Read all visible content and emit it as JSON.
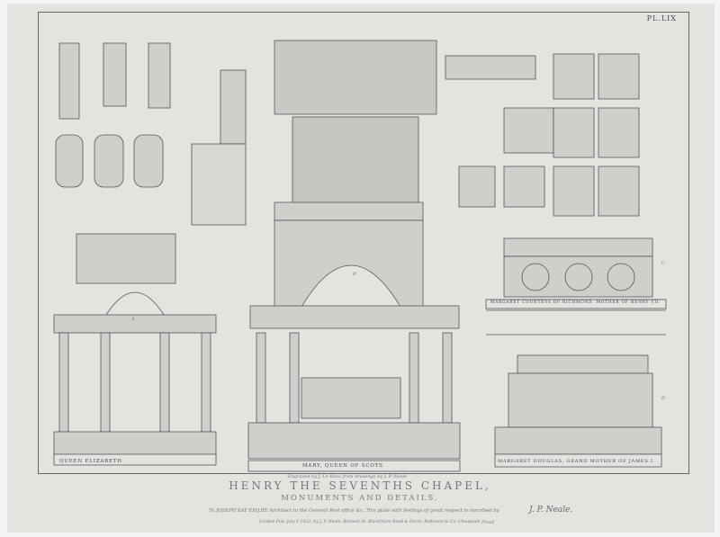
{
  "plate": {
    "number": "PL.LIX"
  },
  "captions": {
    "elizabeth": "Queen Elizabeth",
    "mary": "Mary, Queen of Scots",
    "douglas": "Margaret Douglas, Grand Mother of James I.",
    "richmond": "Margaret Countess of Richmond, Mother of Henry VII"
  },
  "letters": {
    "a": "A",
    "b": "B",
    "c": "C",
    "d": "D"
  },
  "engraver_line": "Engraved by J. Le Keux from drawings by J. P. Neale",
  "title": {
    "main": "HENRY THE SEVENTHS CHAPEL,",
    "sub": "MONUMENTS AND DETAILS."
  },
  "dedication": "To JOSEPH KAY ESQ.RE Architect to the General Post office &c. This plate with feelings of great respect is inscribed by",
  "signature": "J. P. Neale.",
  "imprint": "London Pub. July 1 1822, by J. P. Neale, Bennett St. Blackfriars Road & Hurst, Robinson & Co. Cheapside",
  "proof": "Proof",
  "colors": {
    "paper": "#e3e3e0",
    "ink": "#555555"
  }
}
